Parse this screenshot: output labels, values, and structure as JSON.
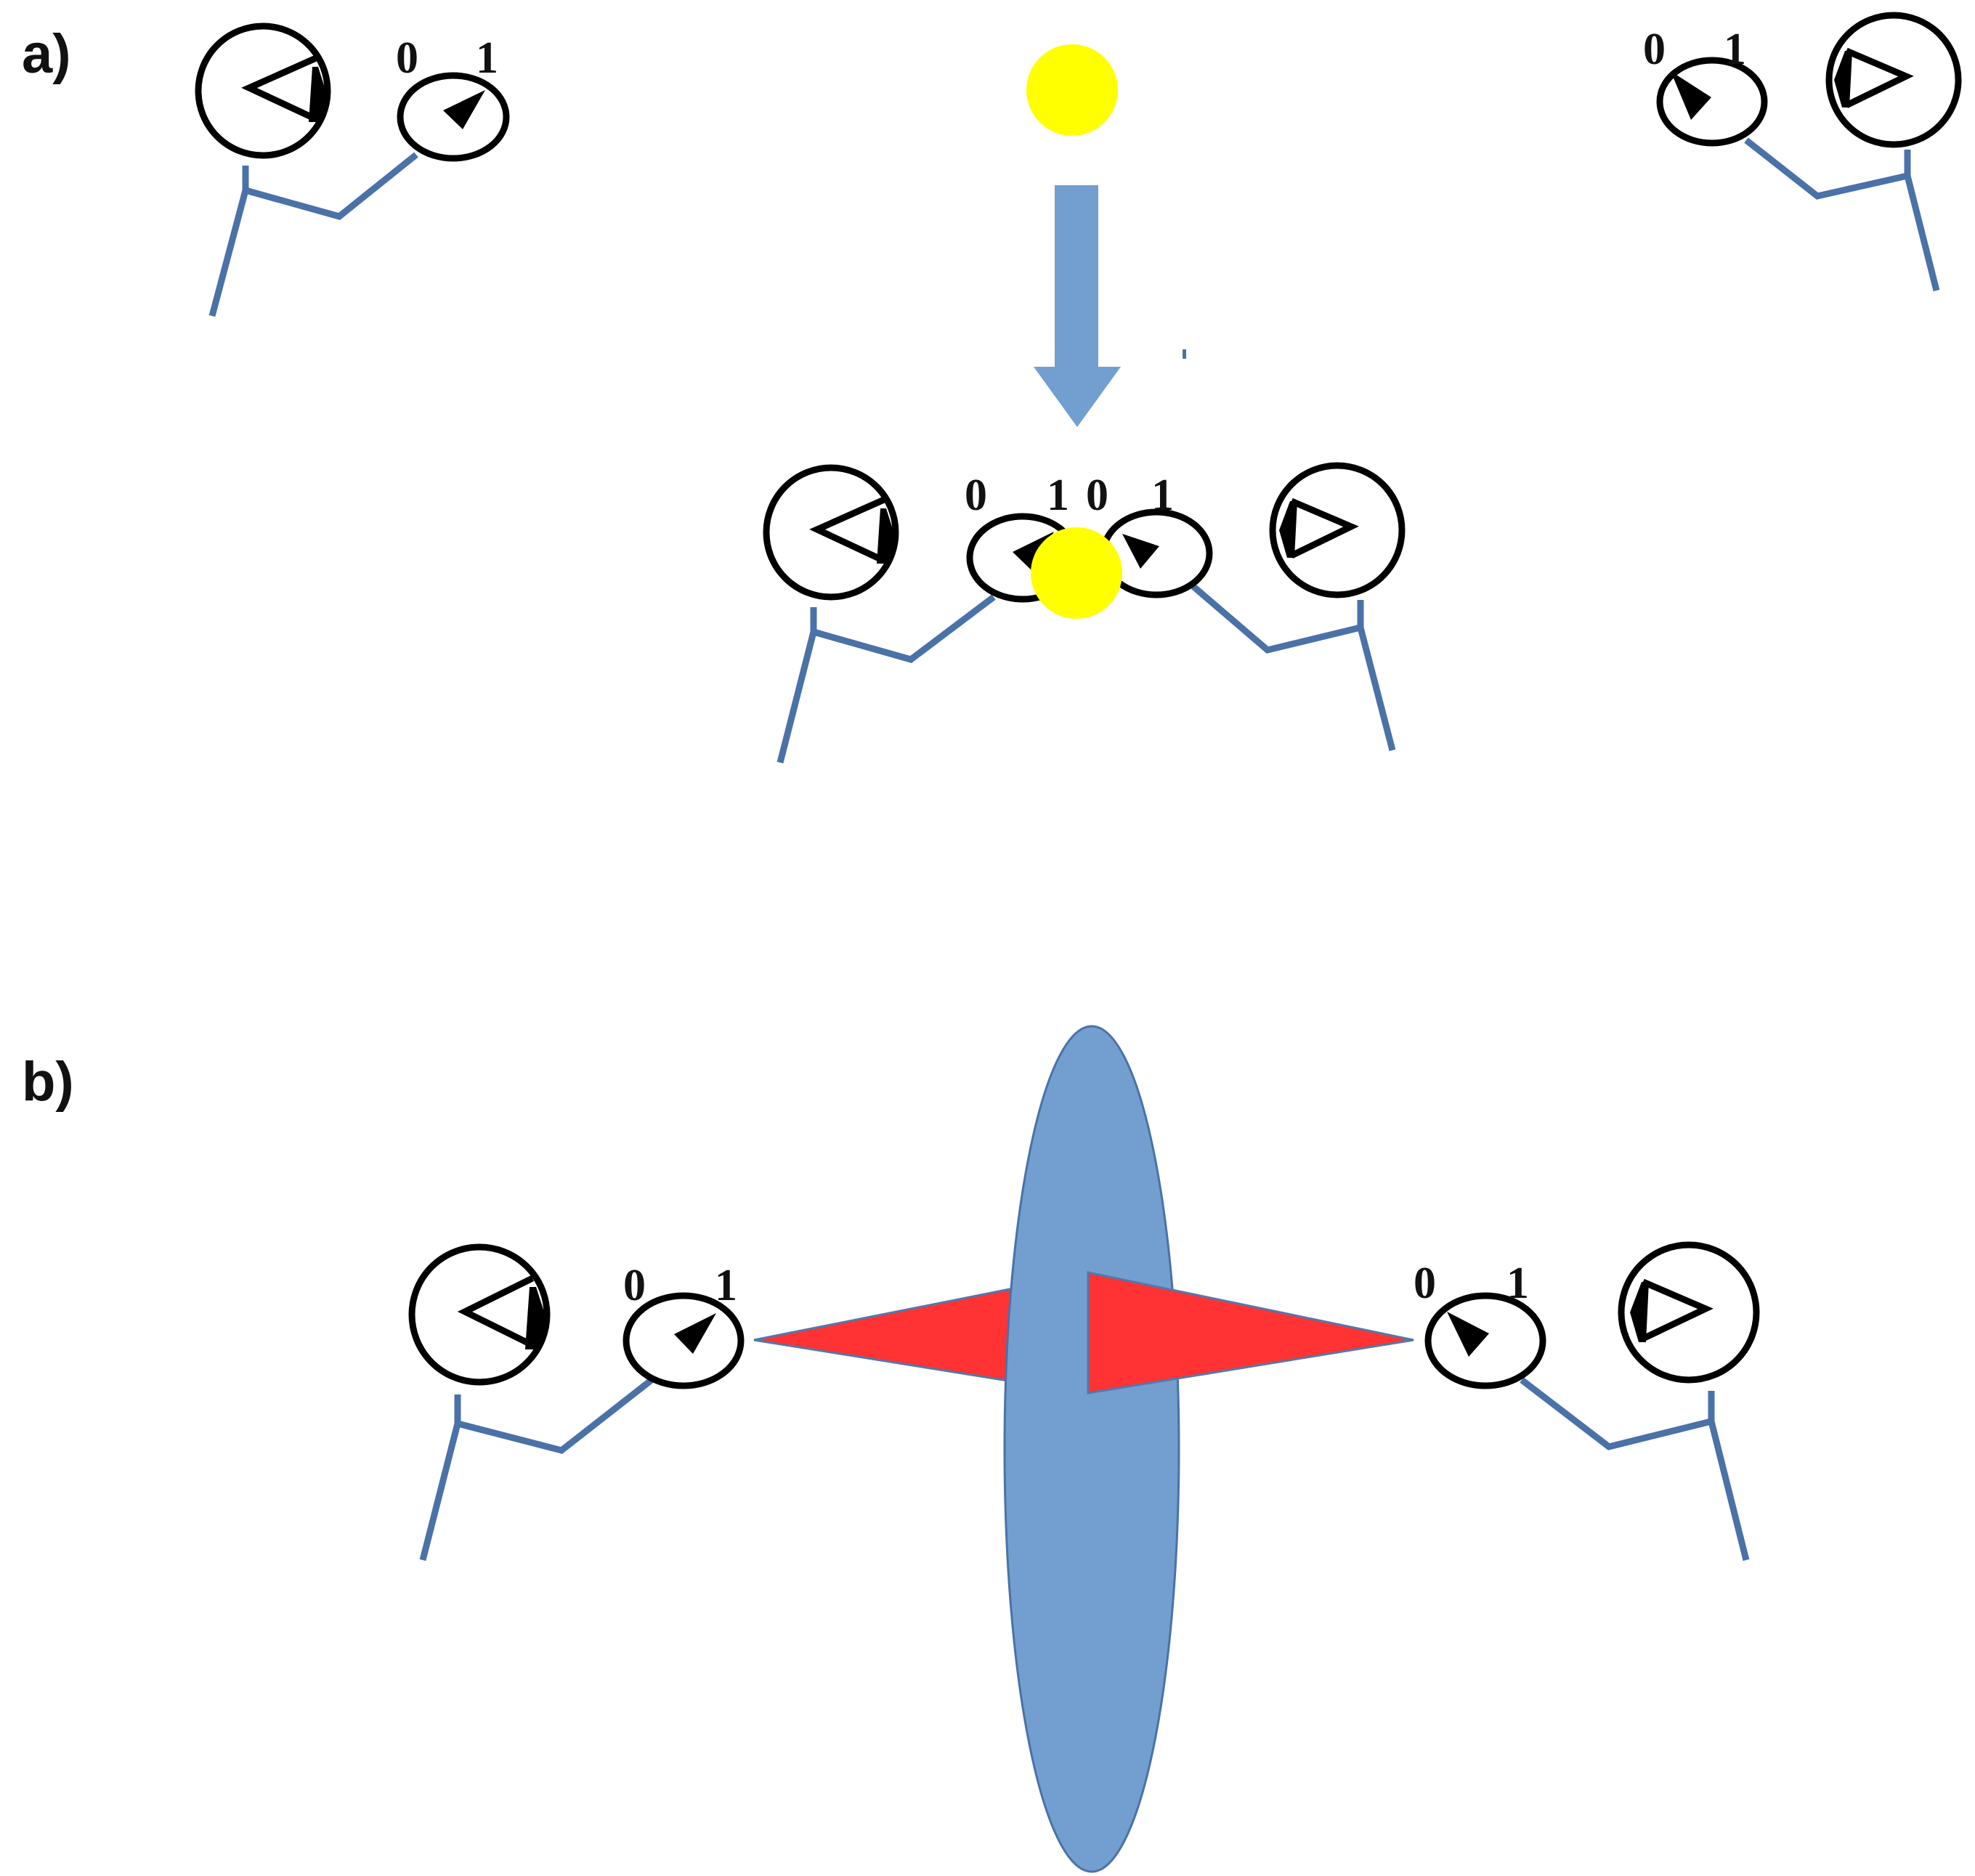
{
  "panels": {
    "a": {
      "label": "a)"
    },
    "b": {
      "label": "b)"
    }
  },
  "scale": {
    "zero": "0",
    "one": "1"
  },
  "colors": {
    "ink": "#000000",
    "arm": "#4a72a8",
    "arrow": "#729fcf",
    "particle": "#ffff00",
    "barrier": "#729fcf",
    "signal": "#ff3333"
  },
  "figures": [
    {
      "name": "observer-a-top-left",
      "panel": "a",
      "facing": "left"
    },
    {
      "name": "observer-a-top-right",
      "panel": "a",
      "facing": "right"
    },
    {
      "name": "observer-a-bottom-left",
      "panel": "a",
      "facing": "left"
    },
    {
      "name": "observer-a-bottom-right",
      "panel": "a",
      "facing": "right"
    },
    {
      "name": "observer-b-left",
      "panel": "b",
      "facing": "left"
    },
    {
      "name": "observer-b-right",
      "panel": "b",
      "facing": "right"
    }
  ],
  "elements": {
    "particle_top": "yellow-particle",
    "particle_center": "yellow-particle",
    "arrow": "down-arrow",
    "barrier": "blue-barrier-ellipse",
    "signal_left": "red-signal-wedge",
    "signal_right": "red-signal-wedge"
  }
}
